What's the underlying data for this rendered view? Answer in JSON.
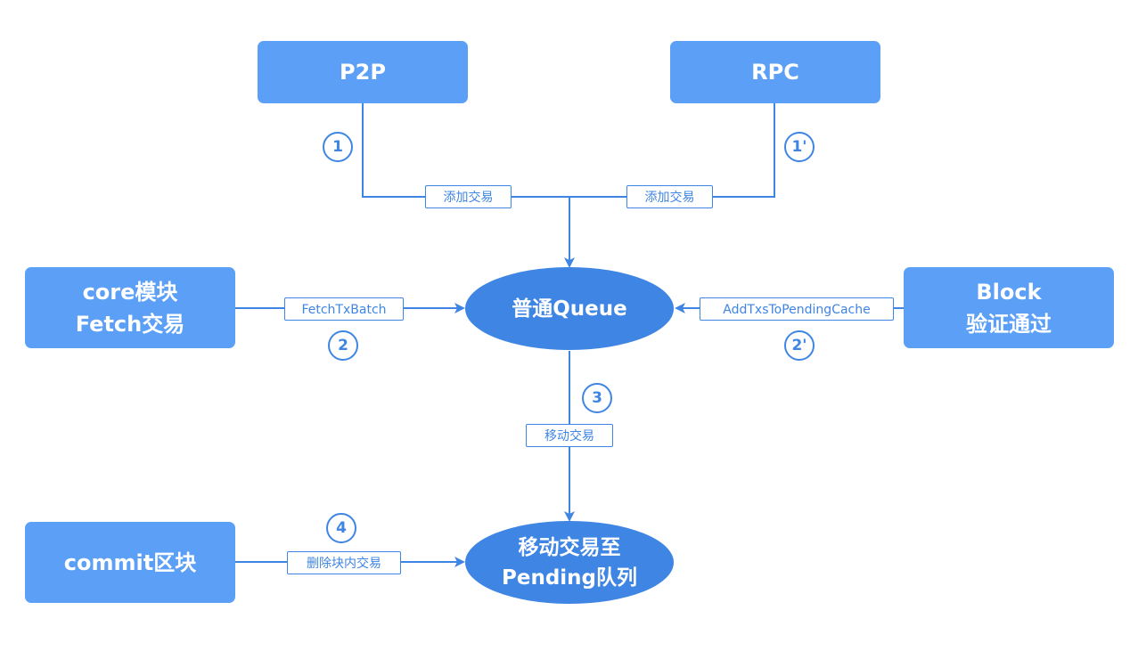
{
  "nodes": {
    "p2p": {
      "lines": [
        "P2P"
      ]
    },
    "rpc": {
      "lines": [
        "RPC"
      ]
    },
    "core_fetch": {
      "lines": [
        "core模块",
        "Fetch交易"
      ]
    },
    "block_verify": {
      "lines": [
        "Block",
        "验证通过"
      ]
    },
    "commit_block": {
      "lines": [
        "commit区块"
      ]
    },
    "normal_queue": {
      "lines": [
        "普通Queue"
      ]
    },
    "pending_queue": {
      "lines": [
        "移动交易至",
        "Pending队列"
      ]
    }
  },
  "edges": {
    "p2p_add": {
      "label": "添加交易",
      "step": "1"
    },
    "rpc_add": {
      "label": "添加交易",
      "step": "1'"
    },
    "core_fetch": {
      "label": "FetchTxBatch",
      "step": "2"
    },
    "block_add": {
      "label": "AddTxsToPendingCache",
      "step": "2'"
    },
    "move": {
      "label": "移动交易",
      "step": "3"
    },
    "commit_delete": {
      "label": "删除块内交易",
      "step": "4"
    }
  },
  "colors": {
    "box": "#5b9ff6",
    "ellipse": "#3f85e3",
    "line": "#3f85e3"
  }
}
